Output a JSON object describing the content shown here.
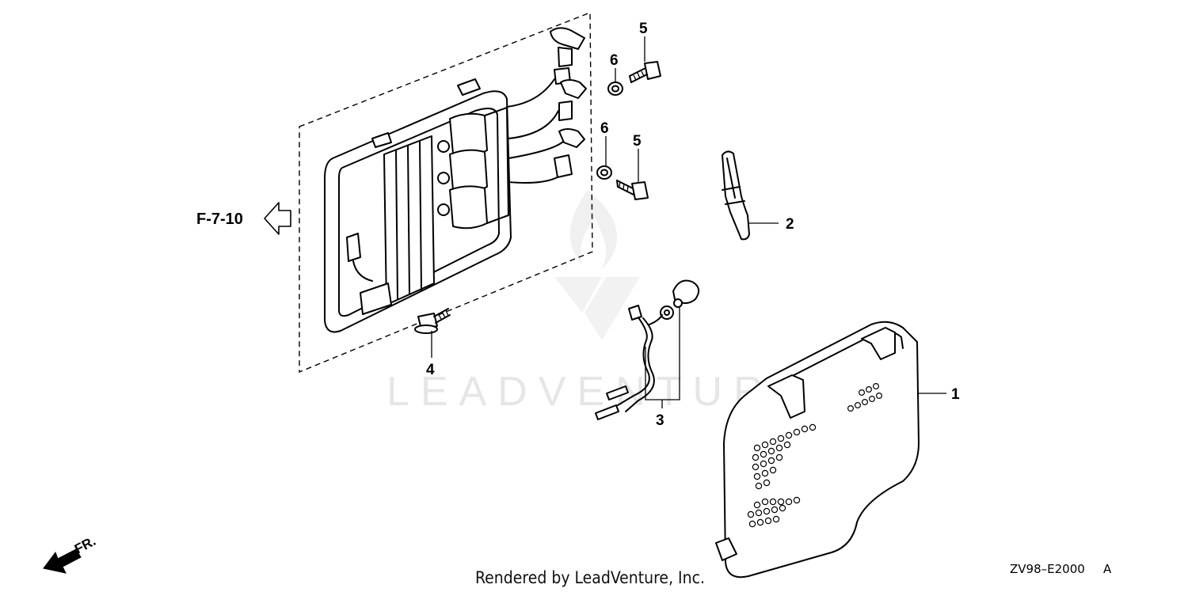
{
  "watermark": {
    "text": "LEADVENTURE"
  },
  "reference": {
    "label": "F-7-10"
  },
  "front_marker": {
    "label": "FR."
  },
  "callouts": [
    {
      "number": "1"
    },
    {
      "number": "2"
    },
    {
      "number": "3"
    },
    {
      "number": "4"
    },
    {
      "number": "5"
    },
    {
      "number": "5"
    },
    {
      "number": "6"
    },
    {
      "number": "6"
    }
  ],
  "footer": {
    "credit": "Rendered by LeadVenture, Inc.",
    "diagram_code": "ZV98–E2000",
    "revision": "A"
  }
}
